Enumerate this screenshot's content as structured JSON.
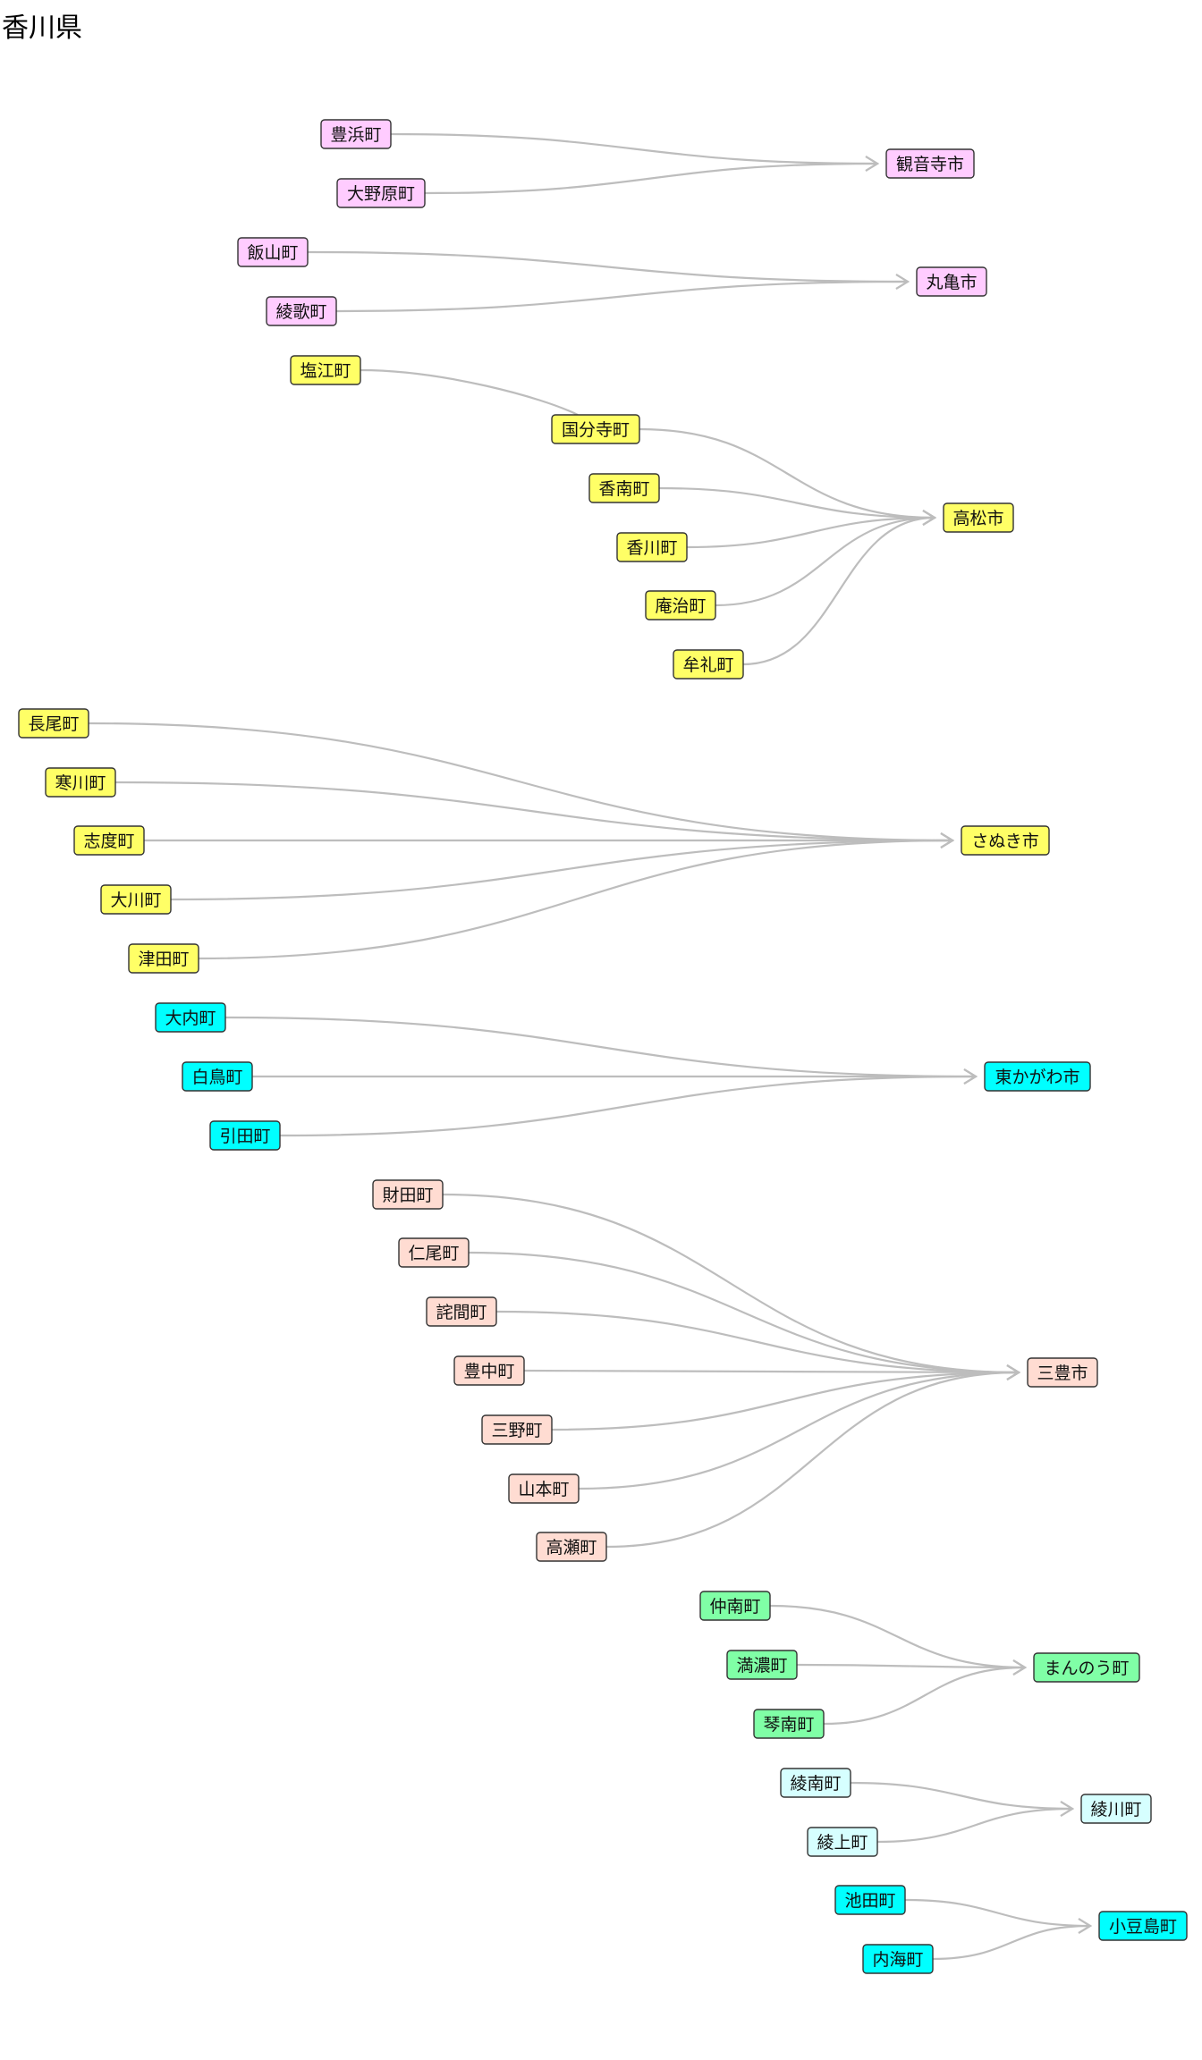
{
  "title": "香川県",
  "colors": {
    "pink": "#ffccff",
    "yellow": "#ffff66",
    "cyan": "#00ffff",
    "salmon": "#ffdcd2",
    "green": "#80ffa6",
    "lightcyan": "#d6ffff",
    "edge": "#bdbdbd",
    "border": "#333333"
  },
  "groups": [
    {
      "target": "観音寺市",
      "color": "pink",
      "sources": [
        "豊浜町",
        "大野原町"
      ]
    },
    {
      "target": "丸亀市",
      "color": "pink",
      "sources": [
        "飯山町",
        "綾歌町"
      ]
    },
    {
      "target": "高松市",
      "color": "yellow",
      "sources": [
        "国分寺町",
        "香南町",
        "香川町",
        "庵治町",
        "牟礼町"
      ],
      "chain": {
        "from": "塩江町",
        "to": "国分寺町"
      }
    },
    {
      "target": "さぬき市",
      "color": "yellow",
      "sources": [
        "長尾町",
        "寒川町",
        "志度町",
        "大川町",
        "津田町"
      ]
    },
    {
      "target": "東かがわ市",
      "color": "cyan",
      "sources": [
        "大内町",
        "白鳥町",
        "引田町"
      ]
    },
    {
      "target": "三豊市",
      "color": "salmon",
      "sources": [
        "財田町",
        "仁尾町",
        "詫間町",
        "豊中町",
        "三野町",
        "山本町",
        "高瀬町"
      ]
    },
    {
      "target": "まんのう町",
      "color": "green",
      "sources": [
        "仲南町",
        "満濃町",
        "琴南町"
      ]
    },
    {
      "target": "綾川町",
      "color": "lightcyan",
      "sources": [
        "綾南町",
        "綾上町"
      ]
    },
    {
      "target": "小豆島町",
      "color": "cyan",
      "sources": [
        "池田町",
        "内海町"
      ]
    }
  ]
}
